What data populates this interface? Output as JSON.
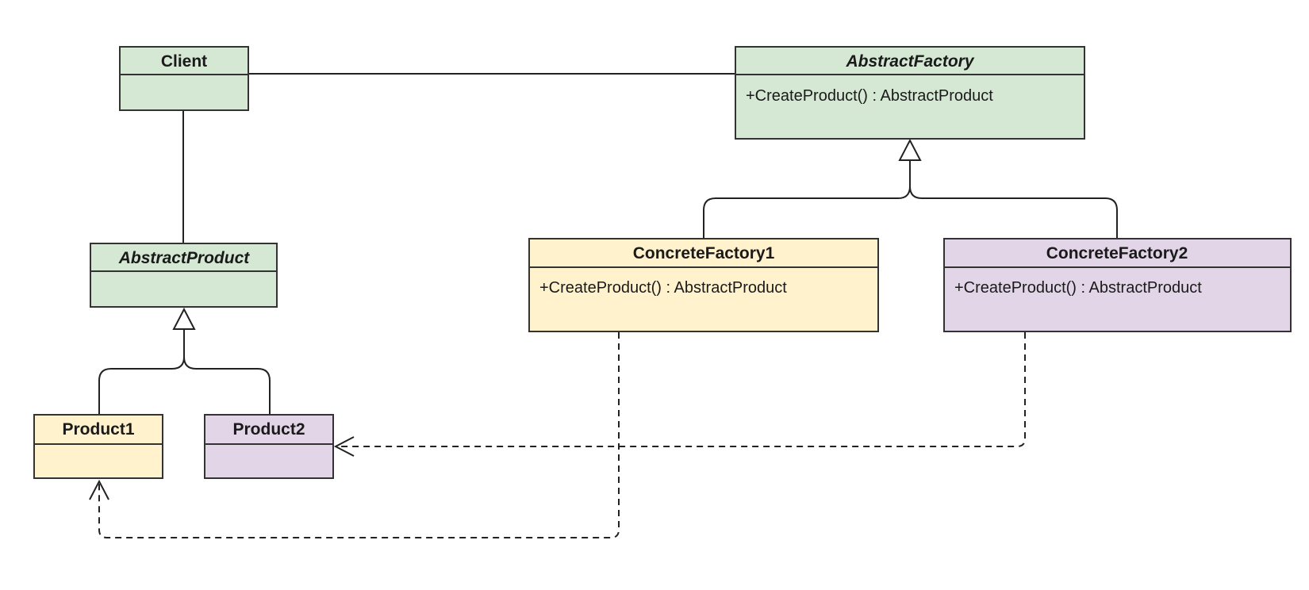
{
  "colors": {
    "green_fill": "#d5e8d4",
    "yellow_fill": "#fff2cc",
    "purple_fill": "#e1d5e7",
    "stroke": "#333333"
  },
  "classes": {
    "client": {
      "name": "Client",
      "abstract": false,
      "fill": "green"
    },
    "abstract_factory": {
      "name": "AbstractFactory",
      "abstract": true,
      "fill": "green",
      "operations": [
        "+CreateProduct() : AbstractProduct"
      ]
    },
    "abstract_product": {
      "name": "AbstractProduct",
      "abstract": true,
      "fill": "green"
    },
    "concrete_factory_1": {
      "name": "ConcreteFactory1",
      "abstract": false,
      "fill": "yellow",
      "operations": [
        "+CreateProduct() : AbstractProduct"
      ]
    },
    "concrete_factory_2": {
      "name": "ConcreteFactory2",
      "abstract": false,
      "fill": "purple",
      "operations": [
        "+CreateProduct() : AbstractProduct"
      ]
    },
    "product_1": {
      "name": "Product1",
      "abstract": false,
      "fill": "yellow"
    },
    "product_2": {
      "name": "Product2",
      "abstract": false,
      "fill": "purple"
    }
  },
  "relations": [
    {
      "type": "association",
      "from": "Client",
      "to": "AbstractFactory"
    },
    {
      "type": "association",
      "from": "Client",
      "to": "AbstractProduct"
    },
    {
      "type": "generalization",
      "from": "ConcreteFactory1",
      "to": "AbstractFactory"
    },
    {
      "type": "generalization",
      "from": "ConcreteFactory2",
      "to": "AbstractFactory"
    },
    {
      "type": "generalization",
      "from": "Product1",
      "to": "AbstractProduct"
    },
    {
      "type": "generalization",
      "from": "Product2",
      "to": "AbstractProduct"
    },
    {
      "type": "dependency",
      "from": "ConcreteFactory1",
      "to": "Product1"
    },
    {
      "type": "dependency",
      "from": "ConcreteFactory2",
      "to": "Product2"
    }
  ]
}
